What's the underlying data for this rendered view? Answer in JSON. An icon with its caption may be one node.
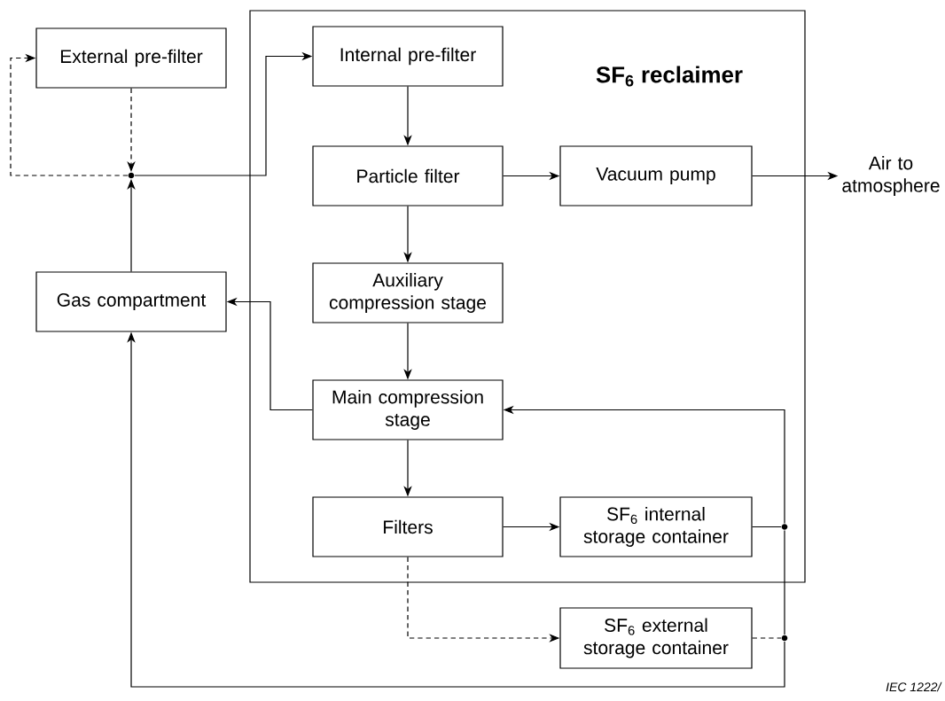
{
  "diagram": {
    "nodes": [
      {
        "text": [
          "SF$_{6}$ reclaimer"
        ]
      },
      {
        "text": [
          "External pre-filter"
        ]
      },
      {
        "text": [
          "Internal pre-filter"
        ],
        "in": 0
      },
      {
        "text": [
          "Particle filter"
        ],
        "in": 0
      },
      {
        "text": [
          "Vacuum pump"
        ],
        "in": 0
      },
      {
        "text": [
          "Air to atmosphere"
        ]
      },
      {
        "text": [
          "Auxiliary compression stage"
        ],
        "in": 0
      },
      {
        "text": [
          "Gas compartment"
        ]
      },
      {
        "text": [
          "Main compression stage"
        ],
        "in": 0
      },
      {
        "text": [
          "Filters"
        ],
        "in": 0
      },
      {
        "text": [
          "SF$_{6}$ internal storage container"
        ],
        "in": 0
      },
      {
        "text": [
          "SF$_{6}$ external storage container"
        ]
      },
      {
        "text": [],
        "shape": "circle"
      },
      {
        "text": [],
        "shape": "circle",
        "in": 0
      },
      {
        "text": [],
        "shape": "circle"
      }
    ],
    "edges": [
      {
        "from": 2,
        "to": 3,
        "arrow": "to"
      },
      {
        "from": 3,
        "to": 4,
        "arrow": "to"
      },
      {
        "from": 4,
        "to": 5,
        "arrow": "to"
      },
      {
        "from": 3,
        "to": 6,
        "arrow": "to"
      },
      {
        "from": 6,
        "to": 8,
        "arrow": "to"
      },
      {
        "from": 8,
        "to": 9,
        "arrow": "to"
      },
      {
        "from": 9,
        "to": 10,
        "arrow": "to"
      },
      {
        "from": 9,
        "to": 11,
        "arrow": "to",
        "style": "dashed"
      },
      {
        "from": 8,
        "to": 7,
        "arrow": "to"
      },
      {
        "from": 7,
        "to": 12,
        "arrow": "to"
      },
      {
        "from": 1,
        "to": 12,
        "arrow": "to",
        "style": "dashed"
      },
      {
        "from": 12,
        "to": 1,
        "arrow": "to",
        "style": "dashed"
      },
      {
        "from": 12,
        "to": 2,
        "arrow": "to"
      },
      {
        "from": 10,
        "to": 13,
        "arrow": "none"
      },
      {
        "from": 13,
        "to": 8,
        "arrow": "to"
      },
      {
        "from": 13,
        "to": 14,
        "arrow": "none"
      },
      {
        "from": 14,
        "to": 7,
        "arrow": "to"
      },
      {
        "from": 11,
        "to": 14,
        "arrow": "none",
        "style": "dashed"
      }
    ],
    "labels": [
      "IEC 1222/"
    ]
  }
}
